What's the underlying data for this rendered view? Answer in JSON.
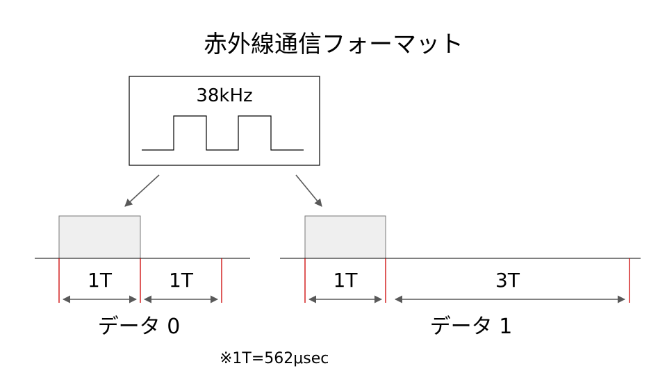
{
  "title": "赤外線通信フォーマット",
  "carrier": {
    "frequency_label": "38kHz"
  },
  "data0": {
    "label": "データ 0",
    "segments": [
      "1T",
      "1T"
    ]
  },
  "data1": {
    "label": "データ 1",
    "segments": [
      "1T",
      "3T"
    ]
  },
  "footnote": "※1T=562μsec",
  "colors": {
    "pulse_fill": "#efefef",
    "baseline": "#000000",
    "boundary": "#cc0000",
    "arrow": "#595959"
  }
}
